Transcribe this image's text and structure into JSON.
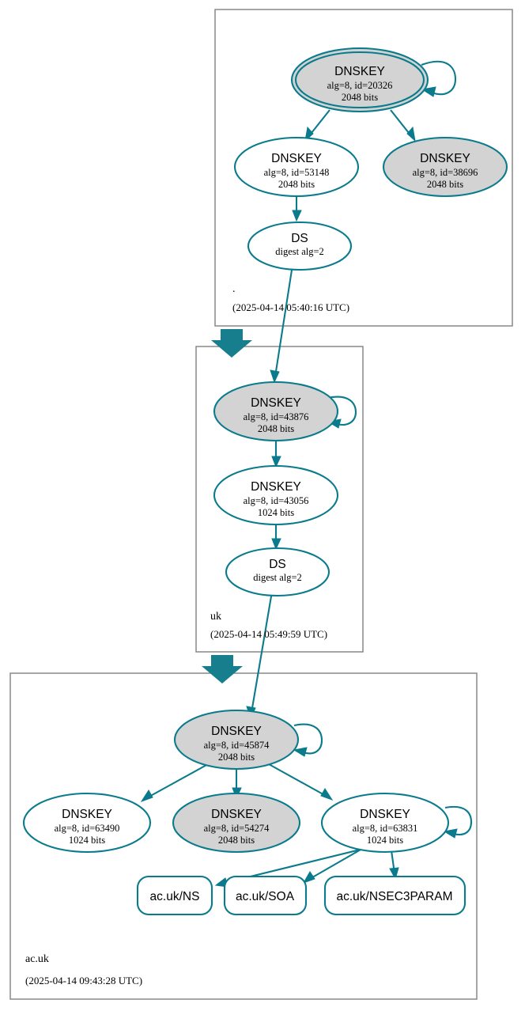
{
  "diagram": {
    "type": "dnssec-authentication-chain",
    "colors": {
      "accent": "#0a7b8c",
      "delegation_arrow": "#177e8e",
      "secure_key_fill": "#d3d3d3",
      "plain_fill": "#ffffff",
      "zone_border": "#808080",
      "text": "#000000"
    }
  },
  "zones": [
    {
      "id": "root",
      "label": ".",
      "timestamp": "(2025-04-14 05:40:16 UTC)",
      "nodes": [
        {
          "id": "root-ksk-20326",
          "kind": "DNSKEY",
          "title": "DNSKEY",
          "params": "alg=8, id=20326",
          "size": "2048 bits",
          "filled": true,
          "trust_anchor": true,
          "self_signed": true
        },
        {
          "id": "root-zsk-53148",
          "kind": "DNSKEY",
          "title": "DNSKEY",
          "params": "alg=8, id=53148",
          "size": "2048 bits",
          "filled": false,
          "trust_anchor": false,
          "self_signed": false
        },
        {
          "id": "root-key-38696",
          "kind": "DNSKEY",
          "title": "DNSKEY",
          "params": "alg=8, id=38696",
          "size": "2048 bits",
          "filled": true,
          "trust_anchor": false,
          "self_signed": false
        },
        {
          "id": "root-ds",
          "kind": "DS",
          "title": "DS",
          "params": "digest alg=2",
          "size": "",
          "filled": false,
          "trust_anchor": false,
          "self_signed": false
        }
      ]
    },
    {
      "id": "uk",
      "label": "uk",
      "timestamp": "(2025-04-14 05:49:59 UTC)",
      "nodes": [
        {
          "id": "uk-ksk-43876",
          "kind": "DNSKEY",
          "title": "DNSKEY",
          "params": "alg=8, id=43876",
          "size": "2048 bits",
          "filled": true,
          "trust_anchor": false,
          "self_signed": true
        },
        {
          "id": "uk-zsk-43056",
          "kind": "DNSKEY",
          "title": "DNSKEY",
          "params": "alg=8, id=43056",
          "size": "1024 bits",
          "filled": false,
          "trust_anchor": false,
          "self_signed": false
        },
        {
          "id": "uk-ds",
          "kind": "DS",
          "title": "DS",
          "params": "digest alg=2",
          "size": "",
          "filled": false,
          "trust_anchor": false,
          "self_signed": false
        }
      ]
    },
    {
      "id": "acuk",
      "label": "ac.uk",
      "timestamp": "(2025-04-14 09:43:28 UTC)",
      "nodes": [
        {
          "id": "acuk-ksk-45874",
          "kind": "DNSKEY",
          "title": "DNSKEY",
          "params": "alg=8, id=45874",
          "size": "2048 bits",
          "filled": true,
          "trust_anchor": false,
          "self_signed": true
        },
        {
          "id": "acuk-key-63490",
          "kind": "DNSKEY",
          "title": "DNSKEY",
          "params": "alg=8, id=63490",
          "size": "1024 bits",
          "filled": false,
          "trust_anchor": false,
          "self_signed": false
        },
        {
          "id": "acuk-key-54274",
          "kind": "DNSKEY",
          "title": "DNSKEY",
          "params": "alg=8, id=54274",
          "size": "2048 bits",
          "filled": true,
          "trust_anchor": false,
          "self_signed": false
        },
        {
          "id": "acuk-zsk-63831",
          "kind": "DNSKEY",
          "title": "DNSKEY",
          "params": "alg=8, id=63831",
          "size": "1024 bits",
          "filled": false,
          "trust_anchor": false,
          "self_signed": true
        }
      ],
      "rrsets": [
        {
          "id": "acuk-ns",
          "label": "ac.uk/NS"
        },
        {
          "id": "acuk-soa",
          "label": "ac.uk/SOA"
        },
        {
          "id": "acuk-nsec3param",
          "label": "ac.uk/NSEC3PARAM"
        }
      ]
    }
  ],
  "edges": [
    {
      "from": "root-ksk-20326",
      "to": "root-ksk-20326",
      "kind": "self-sign"
    },
    {
      "from": "root-ksk-20326",
      "to": "root-zsk-53148",
      "kind": "sign"
    },
    {
      "from": "root-ksk-20326",
      "to": "root-key-38696",
      "kind": "sign"
    },
    {
      "from": "root-zsk-53148",
      "to": "root-ds",
      "kind": "sign"
    },
    {
      "from": "root-ds",
      "to": "uk-ksk-43876",
      "kind": "ds-to-dnskey"
    },
    {
      "from": "uk-ksk-43876",
      "to": "uk-ksk-43876",
      "kind": "self-sign"
    },
    {
      "from": "uk-ksk-43876",
      "to": "uk-zsk-43056",
      "kind": "sign"
    },
    {
      "from": "uk-zsk-43056",
      "to": "uk-ds",
      "kind": "sign"
    },
    {
      "from": "uk-ds",
      "to": "acuk-ksk-45874",
      "kind": "ds-to-dnskey"
    },
    {
      "from": "acuk-ksk-45874",
      "to": "acuk-ksk-45874",
      "kind": "self-sign"
    },
    {
      "from": "acuk-ksk-45874",
      "to": "acuk-key-63490",
      "kind": "sign"
    },
    {
      "from": "acuk-ksk-45874",
      "to": "acuk-key-54274",
      "kind": "sign"
    },
    {
      "from": "acuk-ksk-45874",
      "to": "acuk-zsk-63831",
      "kind": "sign"
    },
    {
      "from": "acuk-zsk-63831",
      "to": "acuk-zsk-63831",
      "kind": "self-sign"
    },
    {
      "from": "acuk-zsk-63831",
      "to": "acuk-ns",
      "kind": "sign"
    },
    {
      "from": "acuk-zsk-63831",
      "to": "acuk-soa",
      "kind": "sign"
    },
    {
      "from": "acuk-zsk-63831",
      "to": "acuk-nsec3param",
      "kind": "sign"
    }
  ],
  "delegations": [
    {
      "from": "root",
      "to": "uk"
    },
    {
      "from": "uk",
      "to": "acuk"
    }
  ]
}
